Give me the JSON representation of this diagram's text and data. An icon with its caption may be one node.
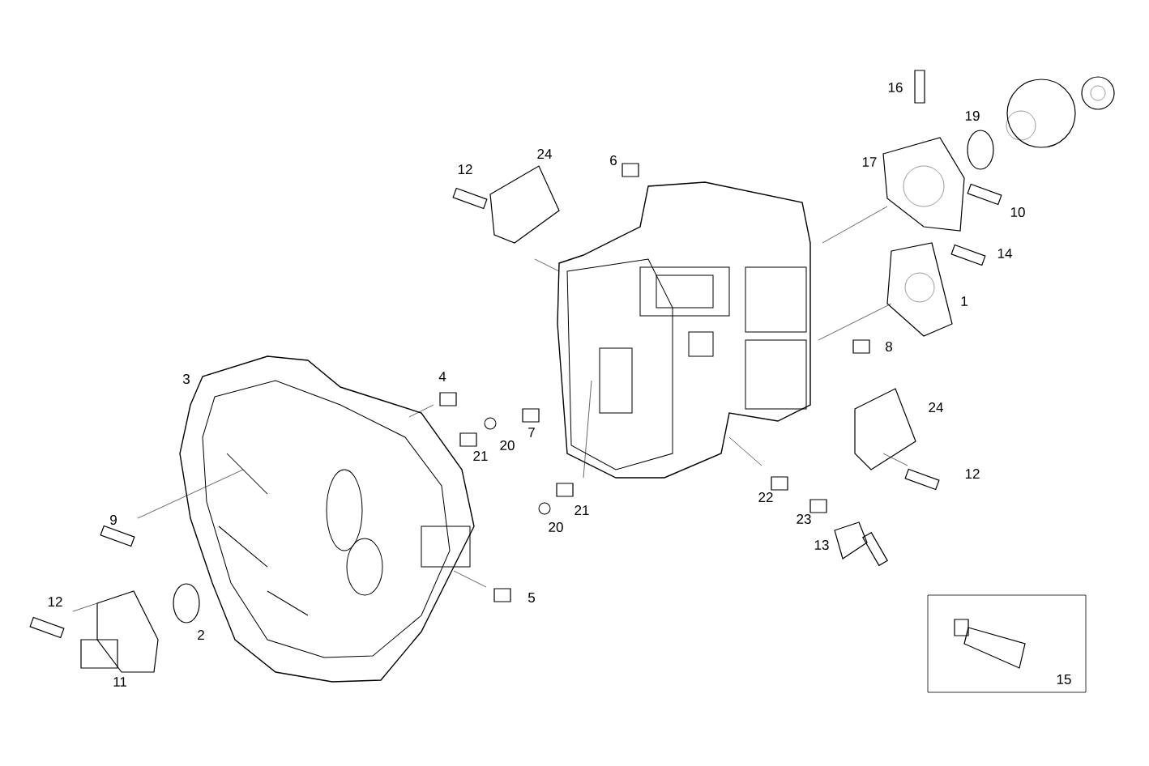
{
  "diagram": {
    "labels": [
      "16",
      "19",
      "24",
      "6",
      "17",
      "12",
      "10",
      "14",
      "1",
      "8",
      "3",
      "4",
      "24",
      "7",
      "20",
      "21",
      "12",
      "22",
      "21",
      "23",
      "20",
      "9",
      "13",
      "5",
      "12",
      "2",
      "11",
      "15"
    ]
  }
}
